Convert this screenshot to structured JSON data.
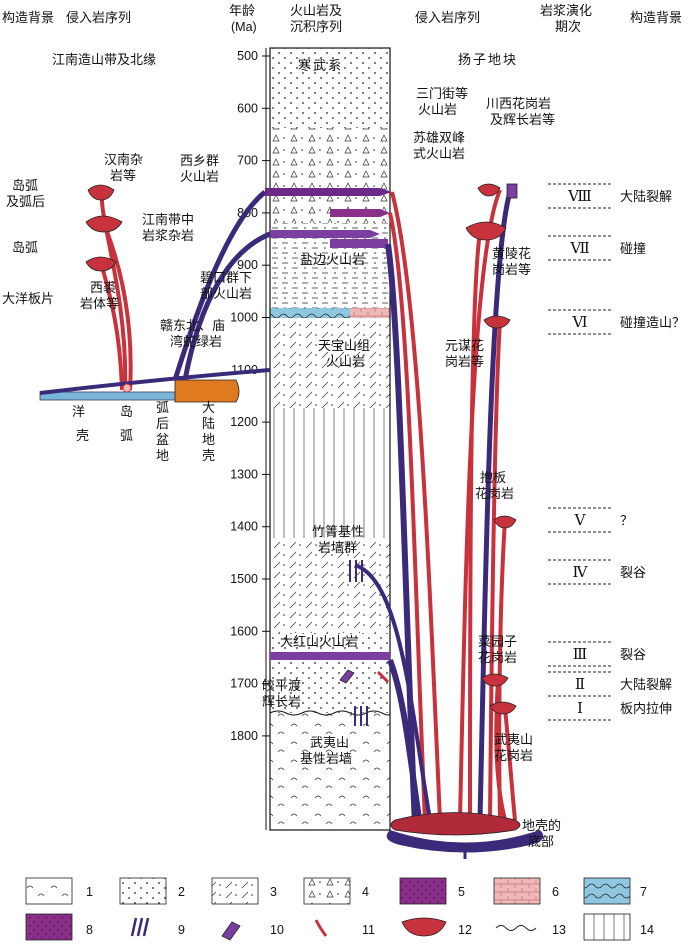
{
  "header": {
    "tectonic_bg_left": "构造背景",
    "intrusive_seq_left": "侵入岩序列",
    "age_line1": "年龄",
    "age_line2": "(Ma)",
    "volc_line1": "火山岩及",
    "volc_line2": "沉积序列",
    "intrusive_seq_right": "侵入岩序列",
    "magma_line1": "岩浆演化",
    "magma_line2": "期次",
    "tectonic_bg_right": "构造背景"
  },
  "regions": {
    "left": "江南造山带及北缘",
    "right": "扬子地块"
  },
  "age_ticks": [
    "500",
    "600",
    "700",
    "800",
    "900",
    "1000",
    "1100",
    "1200",
    "1300",
    "1400",
    "1500",
    "1600",
    "1700",
    "1800"
  ],
  "column_labels": {
    "cambrian": "寒武系",
    "yanbian": "盐边火山岩",
    "bikou_1": "碧口群下",
    "bikou_2": "部火山岩",
    "tianbao_1": "天宝山组",
    "tianbao_2": "火山岩",
    "zhujing_1": "竹箐基性",
    "zhujing_2": "岩墙群",
    "dahongshan": "大红山火山岩",
    "wuyi_1": "武夷山",
    "wuyi_2": "基性岩墙",
    "jiaopingdu_1": "皎平渡",
    "jiaopingdu_2": "辉长岩"
  },
  "left_labels": {
    "hannan_1": "汉南杂",
    "hannan_2": "岩等",
    "xixiang_1": "西乡群",
    "xixiang_2": "火山岩",
    "jiangnan_1": "江南带中",
    "jiangnan_2": "岩浆杂岩",
    "xiqiu_1": "西裘",
    "xiqiu_2": "岩体等",
    "ganbei_1": "赣东北、庙",
    "ganbei_2": "湾蛇绿岩",
    "arc_back_1": "岛弧",
    "arc_back_2": "及弧后",
    "island_arc": "岛弧",
    "ocean_plate": "大洋板片",
    "ocean_crust_1": "洋",
    "ocean_crust_2": "壳",
    "island_arc_1": "岛",
    "island_arc_2": "弧",
    "backarc_1": "弧",
    "backarc_2": "后",
    "backarc_3": "盆",
    "backarc_4": "地",
    "continent_1": "大",
    "continent_2": "陆",
    "continent_3": "地",
    "continent_4": "壳"
  },
  "right_labels": {
    "sanmenjie_1": "三门街等",
    "sanmenjie_2": "火山岩",
    "suxiong_1": "苏雄双峰",
    "suxiong_2": "式火山岩",
    "chuanxi_1": "川西花岗岩",
    "chuanxi_2": "及辉长岩等",
    "huangling_1": "黄陵花",
    "huangling_2": "岗岩等",
    "yuanmou_1": "元谋花",
    "yuanmou_2": "岗岩等",
    "baoban_1": "抱板",
    "baoban_2": "花岗岩",
    "caiyuanzi_1": "菜园子",
    "caiyuanzi_2": "花岗岩",
    "wuyishan_1": "武夷山",
    "wuyishan_2": "花岗岩",
    "crust_base_1": "地壳的",
    "crust_base_2": "底部"
  },
  "stages": [
    {
      "num": "Ⅷ",
      "setting": "大陆裂解"
    },
    {
      "num": "Ⅶ",
      "setting": "碰撞"
    },
    {
      "num": "Ⅵ",
      "setting": "碰撞造山？"
    },
    {
      "num": "Ⅴ",
      "setting": "？"
    },
    {
      "num": "Ⅳ",
      "setting": "裂谷"
    },
    {
      "num": "Ⅲ",
      "setting": "裂谷"
    },
    {
      "num": "Ⅱ",
      "setting": "大陆裂解"
    },
    {
      "num": "Ⅰ",
      "setting": "板内拉伸"
    }
  ],
  "legend": [
    "1",
    "2",
    "3",
    "4",
    "5",
    "6",
    "7",
    "8",
    "9",
    "10",
    "11",
    "12",
    "13",
    "14"
  ],
  "colors": {
    "red_magma": "#c8323c",
    "purple_volcanic": "#7a3fa0",
    "blue_dyke": "#3b2a7a",
    "ophiolite_blue": "#8fc6e0",
    "pink": "#efb8b8",
    "continent_orange": "#e07a20",
    "ocean_blue": "#7ab6d8"
  }
}
